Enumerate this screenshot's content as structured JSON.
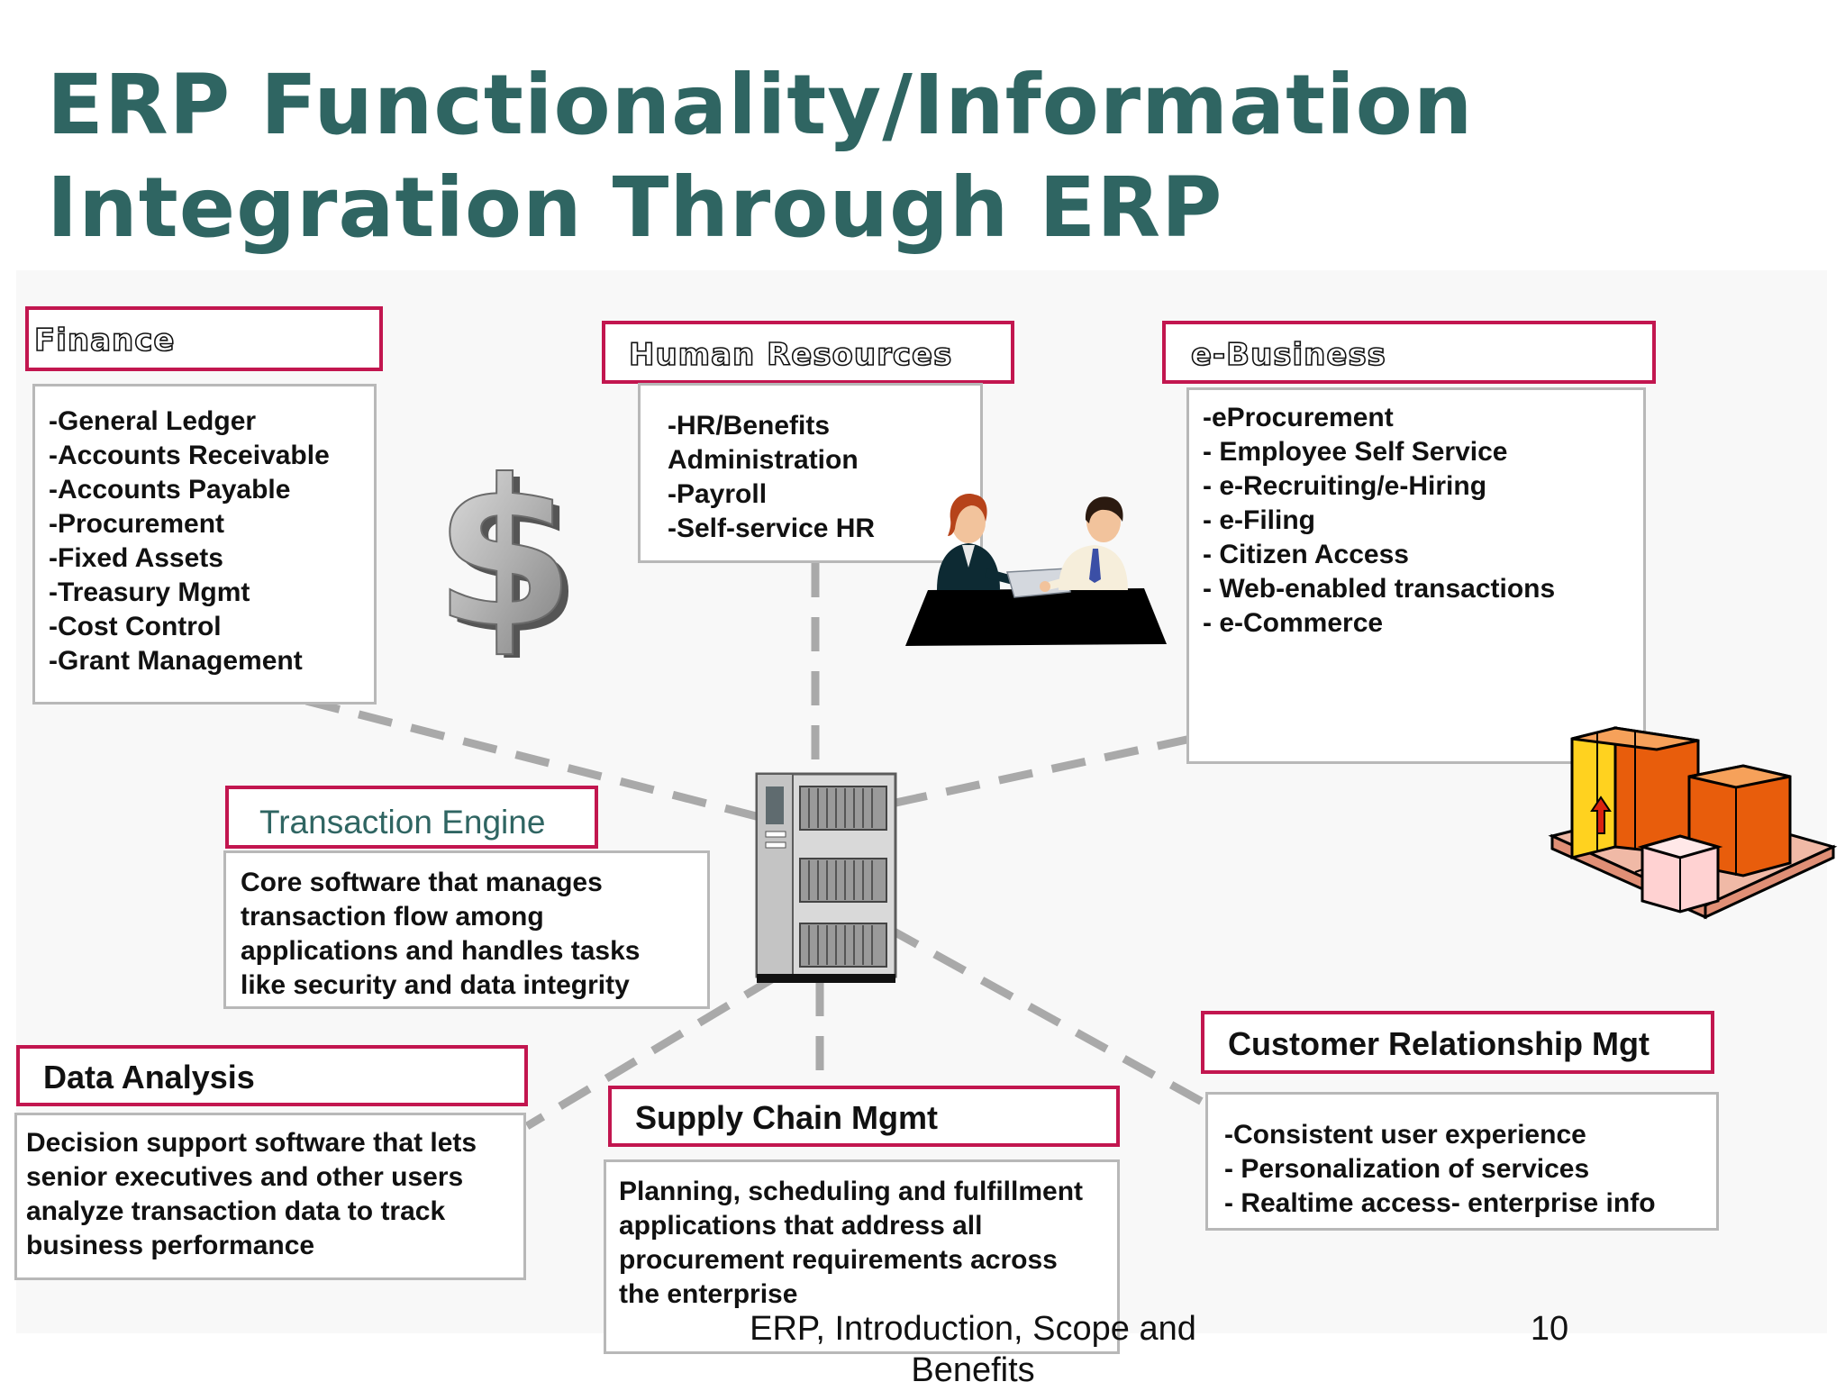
{
  "title": {
    "line1": "ERP Functionality/Information",
    "line2": "Integration Through ERP"
  },
  "finance": {
    "header": "Finance",
    "items": [
      "-General Ledger",
      "-Accounts Receivable",
      "-Accounts Payable",
      "-Procurement",
      "-Fixed Assets",
      "-Treasury Mgmt",
      "-Cost Control",
      "-Grant Management"
    ]
  },
  "human_resources": {
    "header": "Human Resources",
    "items": [
      "-HR/Benefits",
      "Administration",
      "-Payroll",
      "-Self-service HR"
    ]
  },
  "e_business": {
    "header": "e-Business",
    "items": [
      "-eProcurement",
      "- Employee Self Service",
      "- e-Recruiting/e-Hiring",
      "- e-Filing",
      "- Citizen Access",
      "- Web-enabled transactions",
      "- e-Commerce"
    ]
  },
  "transaction_engine": {
    "header": "Transaction Engine",
    "text": "Core software that manages\ntransaction flow among\napplications and handles tasks\nlike security and data integrity"
  },
  "data_analysis": {
    "header": "Data Analysis",
    "text": "Decision support software that lets\nsenior executives and other users\nanalyze transaction data to track\nbusiness performance"
  },
  "supply_chain": {
    "header": "Supply Chain Mgmt",
    "text": "Planning, scheduling and fulfillment\napplications that address all\nprocurement requirements across\n the enterprise"
  },
  "crm": {
    "header": "Customer Relationship Mgt",
    "items": [
      "-Consistent user experience",
      "- Personalization of services",
      "- Realtime access- enterprise info"
    ]
  },
  "footer": {
    "caption_line1": "ERP, Introduction, Scope and",
    "caption_line2": "Benefits",
    "page_number": "10"
  },
  "colors": {
    "title": "#2f6562",
    "header_border": "#c2164f",
    "box_border": "#b8b8b8",
    "connector": "#a9a9a9"
  },
  "icons": {
    "finance": "dollar-sign-icon",
    "human_resources": "business-meeting-icon",
    "e_business": "shipping-boxes-icon",
    "center": "server-cabinet-icon"
  }
}
